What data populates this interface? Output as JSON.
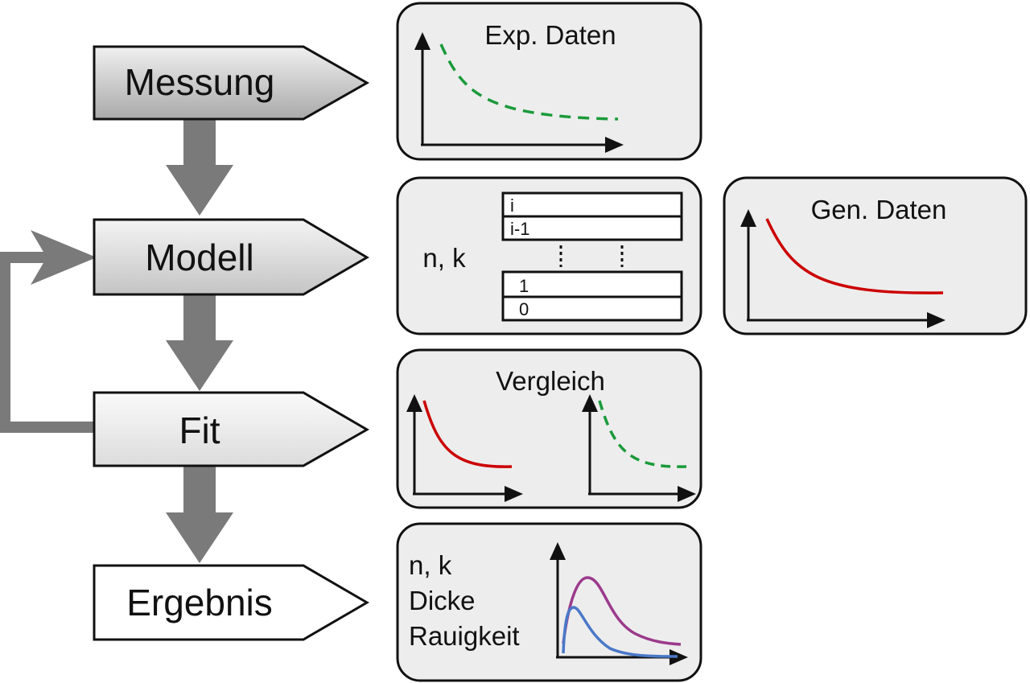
{
  "steps": [
    {
      "label": "Messung"
    },
    {
      "label": "Modell"
    },
    {
      "label": "Fit"
    },
    {
      "label": "Ergebnis"
    }
  ],
  "panels": {
    "exp": {
      "title": "Exp. Daten",
      "curve_color": "#1a9a3a",
      "curve_style": "dashed"
    },
    "model": {
      "label": "n, k",
      "layers_top": [
        "i",
        "i-1"
      ],
      "layers_bottom": [
        "1",
        "0"
      ]
    },
    "gen": {
      "title": "Gen. Daten",
      "curve_color": "#cc0000"
    },
    "compare": {
      "title": "Vergleich"
    },
    "result": {
      "lines": [
        "n, k",
        "Dicke",
        "Rauigkeit"
      ],
      "curve_colors": [
        "#9b3a8c",
        "#4a78c8"
      ]
    }
  },
  "colors": {
    "flow_arrow": "#7a7a7a",
    "panel_fill": "#ededed",
    "sim_curve": "#cc0000",
    "exp_curve": "#1a9a3a"
  }
}
